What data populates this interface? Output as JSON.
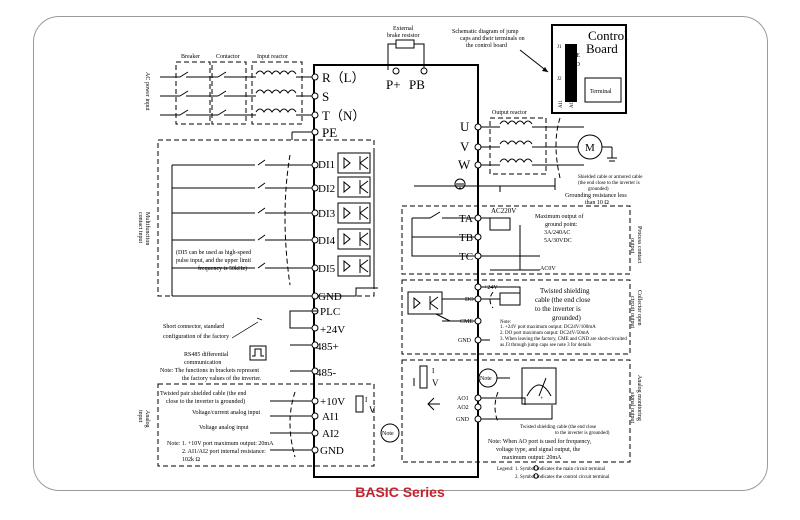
{
  "series_label": "BASIC Series",
  "top": {
    "brake_resistor": [
      "External",
      "brake resistor"
    ],
    "p_plus": "P+",
    "pb": "PB",
    "schematic_note": [
      "Schematic diagram of jump",
      "caps and their terminals on",
      "the control board"
    ],
    "breaker": "Breaker",
    "contactor": "Contactor",
    "input_reactor": "Input reactor",
    "ac_power_input": "AC power input"
  },
  "control_board": {
    "title": [
      "Control",
      "Board"
    ],
    "terminals": [
      "J1",
      "CME",
      "GND",
      "J2",
      "AI1",
      "AO1"
    ],
    "terminal_label": "Terminal"
  },
  "power_terminals": [
    "R（L）",
    "S",
    "T（N）",
    "PE"
  ],
  "output_terminals": [
    "U",
    "V",
    "W"
  ],
  "output_reactor": "Output reactor",
  "motor": "M",
  "grounding_note": [
    "Shielded cable or armored cable",
    "(the end close to the inverter is",
    "grounded)"
  ],
  "grounding_resistance": [
    "Grounding resistance less",
    "than 10 Ω"
  ],
  "digital_inputs": {
    "section": [
      "Multifunction",
      "contact input"
    ],
    "terminals": [
      "DI1",
      "DI2",
      "DI3",
      "DI4",
      "DI5"
    ],
    "di5_note": [
      "(DI5 can be used as high-speed",
      "pulse input, and the upper limit",
      "frequency is 50kHz)"
    ]
  },
  "common_terminals": [
    "GND",
    "PLC",
    "+24V",
    "485+",
    "485-"
  ],
  "short_connector_note": [
    "Short connector, standard",
    "configuration of the factory"
  ],
  "rs485_note": [
    "RS485 differential",
    "communication"
  ],
  "brackets_note": [
    "Note: The functions in brackets represent",
    "the factory values of the inverter."
  ],
  "relay": {
    "terminals": [
      "TA",
      "TB",
      "TC"
    ],
    "ac_label": "AC220V",
    "output_note": [
      "Maximum output of",
      "ground point:",
      "3A/240AC",
      "5A/30VDC"
    ],
    "side_label": [
      "Process contact",
      "output"
    ],
    "ac_bottom": "AC0V"
  },
  "collector": {
    "terminals": [
      "+24V",
      "DO",
      "CME",
      "GND"
    ],
    "cable_note": [
      "Twisted shielding",
      "cable (the end close",
      "to the inverter is",
      "grounded)"
    ],
    "notes": [
      "Note:",
      "1. +24V port maximum output: DC24V/100mA",
      "2. DO port maximum output: DC24V/50mA",
      "3. When leaving the factory, CME and GND are short-circuited",
      "   as J3 through jump caps see note 3 for details"
    ],
    "side_label": [
      "Collector open",
      "circuit output"
    ]
  },
  "analog_in": {
    "cable_note": [
      "Twisted pair shielded cable (the end",
      "close to the inverter is grounded)"
    ],
    "voltage_current": "Voltage/current analog input",
    "voltage_only": "Voltage analog input",
    "terminals": [
      "+10V",
      "AI1",
      "AI2",
      "GND"
    ],
    "switch_label": [
      "I",
      "V"
    ],
    "side_label": [
      "Analog",
      "input"
    ],
    "notes": [
      "Note: 1. +10V port maximum output: 20mA",
      "2. AI1/AI2 port internal resistance:",
      "102k Ω"
    ],
    "note_bubble": "Note"
  },
  "analog_out": {
    "terminals": [
      "AO1",
      "AO2",
      "GND"
    ],
    "switch_label": [
      "I",
      "V"
    ],
    "note_bubble": "Note",
    "cable_note": [
      "Twisted shielding cable (the end close",
      "to the inverter is grounded)"
    ],
    "note": [
      "Note: When AO port is used for frequency,",
      "voltage type, and signal output, the",
      "maximum output: 20mA"
    ],
    "side_label": [
      "Analog monitoring",
      "signal output"
    ]
  },
  "legend": {
    "title": "Legend:",
    "items": [
      "1. Symbol    indicates the main circuit terminal",
      "2. Symbol    indicates the control circuit terminal"
    ]
  }
}
